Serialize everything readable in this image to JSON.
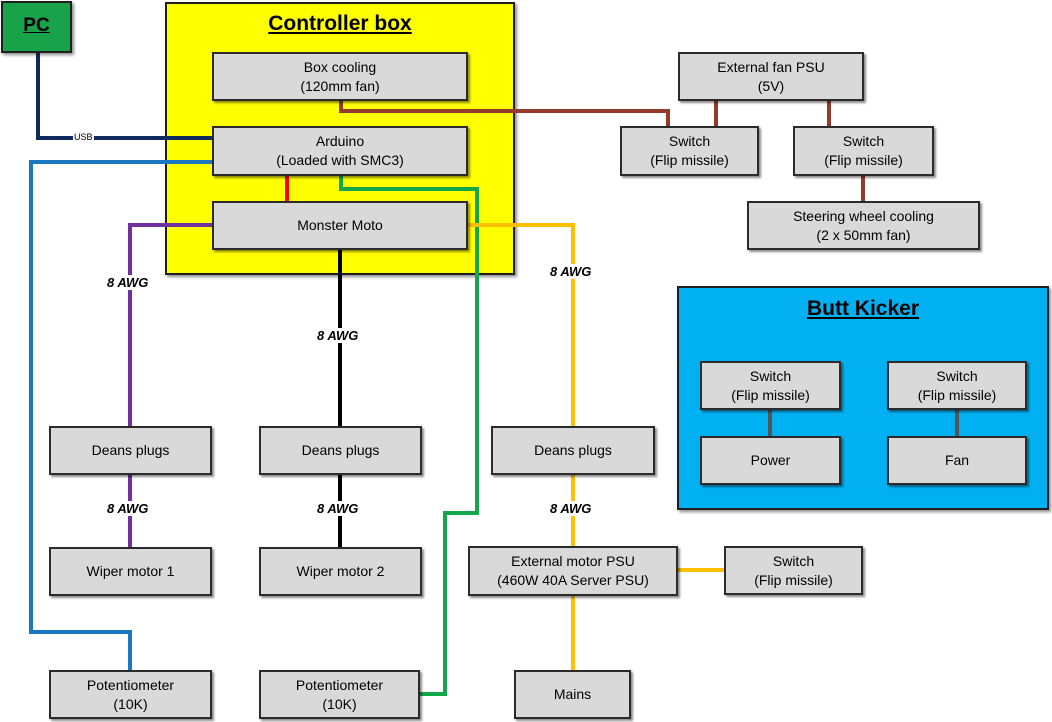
{
  "diagram": {
    "pc": {
      "label": "PC"
    },
    "usb_label": "USB",
    "controller_box": {
      "title": "Controller box",
      "color": "#ffff00"
    },
    "butt_kicker": {
      "title": "Butt Kicker",
      "color": "#00b0f0"
    },
    "nodes": {
      "box_cooling": {
        "line1": "Box cooling",
        "line2": "(120mm fan)"
      },
      "arduino": {
        "line1": "Arduino",
        "line2": "(Loaded with SMC3)"
      },
      "monster_moto": {
        "line1": "Monster Moto",
        "line2": ""
      },
      "ext_fan_psu": {
        "line1": "External fan PSU",
        "line2": "(5V)"
      },
      "fan_switch_1": {
        "line1": "Switch",
        "line2": "(Flip missile)"
      },
      "fan_switch_2": {
        "line1": "Switch",
        "line2": "(Flip missile)"
      },
      "steering_cooling": {
        "line1": "Steering wheel cooling",
        "line2": "(2 x 50mm fan)"
      },
      "bk_switch_1": {
        "line1": "Switch",
        "line2": "(Flip missile)"
      },
      "bk_switch_2": {
        "line1": "Switch",
        "line2": "(Flip missile)"
      },
      "bk_power": {
        "line1": "Power",
        "line2": ""
      },
      "bk_fan": {
        "line1": "Fan",
        "line2": ""
      },
      "deans_1": {
        "line1": "Deans plugs",
        "line2": ""
      },
      "deans_2": {
        "line1": "Deans plugs",
        "line2": ""
      },
      "deans_3": {
        "line1": "Deans plugs",
        "line2": ""
      },
      "wiper_1": {
        "line1": "Wiper motor 1",
        "line2": ""
      },
      "wiper_2": {
        "line1": "Wiper motor 2",
        "line2": ""
      },
      "motor_psu": {
        "line1": "External motor PSU",
        "line2": "(460W 40A Server PSU)"
      },
      "motor_psu_switch": {
        "line1": "Switch",
        "line2": "(Flip missile)"
      },
      "pot_1": {
        "line1": "Potentiometer",
        "line2": "(10K)"
      },
      "pot_2": {
        "line1": "Potentiometer",
        "line2": "(10K)"
      },
      "mains": {
        "line1": "Mains",
        "line2": ""
      }
    },
    "wire_labels": {
      "purple_upper": "8 AWG",
      "black_upper": "8 AWG",
      "orange_upper": "8 AWG",
      "purple_lower": "8 AWG",
      "black_lower": "8 AWG",
      "orange_lower": "8 AWG"
    },
    "wire_colors": {
      "usb": "#0f2a5c",
      "fan_power": "#943b2c",
      "motor_power": "#ff0000",
      "blue_pot": "#1a78c2",
      "green_pot": "#12a84a",
      "purple_motor": "#7030a0",
      "black_motor": "#000000",
      "orange_supply": "#ffc000",
      "thin_link": "#555555"
    }
  }
}
